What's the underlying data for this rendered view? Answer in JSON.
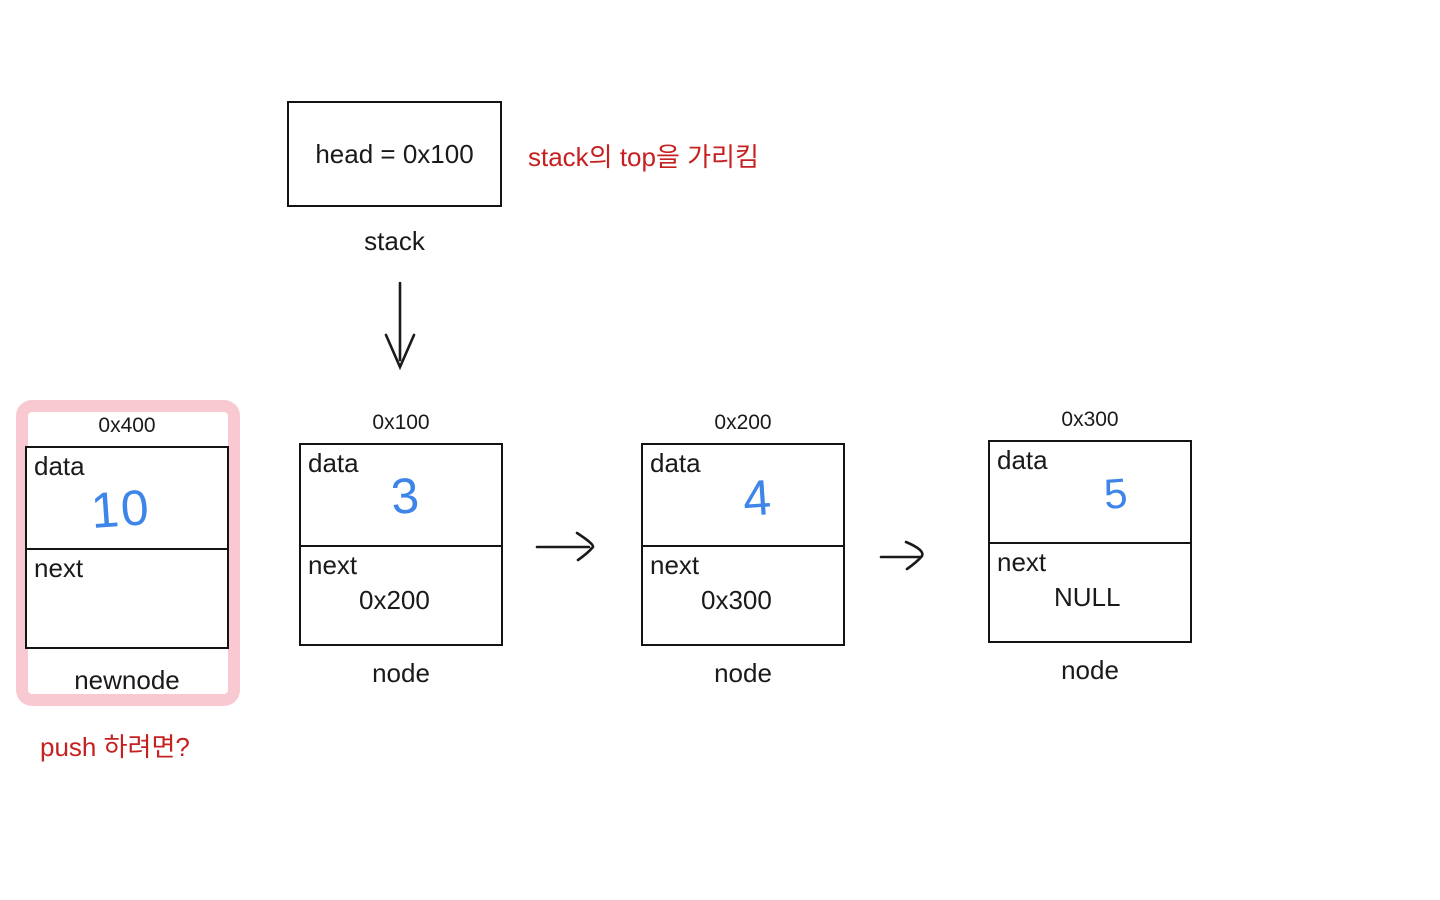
{
  "title": "linked-list stack push diagram",
  "colors": {
    "annotation_red": "#c42120",
    "handwriting_blue": "#3d85e8",
    "highlight_pink": "#f8c9d0",
    "stroke_black": "#141414"
  },
  "head": {
    "label": "head = 0x100",
    "caption": "stack",
    "note": "stack의 top을 가리킴"
  },
  "nodes": [
    {
      "address": "0x400",
      "data_label": "data",
      "data_value": "10",
      "next_label": "next",
      "next_value": "",
      "caption": "newnode",
      "highlighted": true
    },
    {
      "address": "0x100",
      "data_label": "data",
      "data_value": "3",
      "next_label": "next",
      "next_value": "0x200",
      "caption": "node",
      "highlighted": false
    },
    {
      "address": "0x200",
      "data_label": "data",
      "data_value": "4",
      "next_label": "next",
      "next_value": "0x300",
      "caption": "node",
      "highlighted": false
    },
    {
      "address": "0x300",
      "data_label": "data",
      "data_value": "5",
      "next_label": "next",
      "next_value": "NULL",
      "caption": "node",
      "highlighted": false
    }
  ],
  "question": "push 하려면?"
}
